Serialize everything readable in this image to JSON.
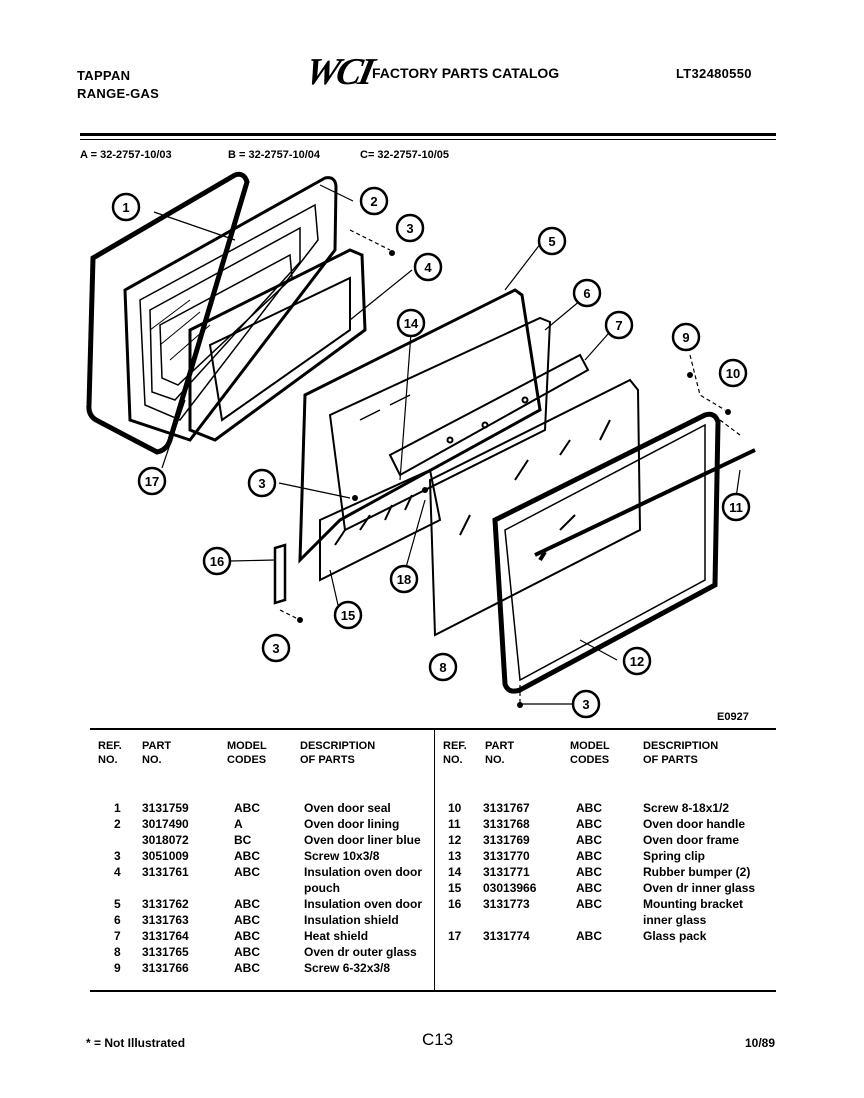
{
  "header": {
    "brand": "TAPPAN",
    "product": "RANGE-GAS",
    "logo": "WCI",
    "catalog_title": "FACTORY PARTS CATALOG",
    "model_number": "LT32480550"
  },
  "model_codes": {
    "a": "A = 32-2757-10/03",
    "b": "B = 32-2757-10/04",
    "c": "C= 32-2757-10/05"
  },
  "diagram": {
    "figure_code": "E0927",
    "callouts": [
      "1",
      "2",
      "3",
      "4",
      "5",
      "6",
      "7",
      "9",
      "10",
      "11",
      "12",
      "3",
      "8",
      "15",
      "3",
      "16",
      "18",
      "3",
      "17",
      "14"
    ]
  },
  "table": {
    "headers": {
      "ref": [
        "REF.",
        "NO."
      ],
      "part": [
        "PART",
        "NO."
      ],
      "model": [
        "MODEL",
        "CODES"
      ],
      "desc": [
        "DESCRIPTION",
        "OF PARTS"
      ]
    },
    "left_rows": [
      {
        "ref": "1",
        "part": "3131759",
        "codes": "ABC",
        "desc": "Oven door seal"
      },
      {
        "ref": "2",
        "part": "3017490",
        "codes": "A",
        "desc": "Oven door lining"
      },
      {
        "ref": "",
        "part": "3018072",
        "codes": "BC",
        "desc": "Oven door liner blue"
      },
      {
        "ref": "3",
        "part": "3051009",
        "codes": "ABC",
        "desc": "Screw 10x3/8"
      },
      {
        "ref": "4",
        "part": "3131761",
        "codes": "ABC",
        "desc": "Insulation oven door"
      },
      {
        "ref": "",
        "part": "",
        "codes": "",
        "desc": "pouch"
      },
      {
        "ref": "5",
        "part": "3131762",
        "codes": "ABC",
        "desc": "Insulation oven door"
      },
      {
        "ref": "6",
        "part": "3131763",
        "codes": "ABC",
        "desc": "Insulation shield"
      },
      {
        "ref": "7",
        "part": "3131764",
        "codes": "ABC",
        "desc": "Heat shield"
      },
      {
        "ref": "8",
        "part": "3131765",
        "codes": "ABC",
        "desc": "Oven dr outer glass"
      },
      {
        "ref": "9",
        "part": "3131766",
        "codes": "ABC",
        "desc": "Screw 6-32x3/8"
      }
    ],
    "right_rows": [
      {
        "ref": "10",
        "part": "3131767",
        "codes": "ABC",
        "desc": "Screw 8-18x1/2"
      },
      {
        "ref": "11",
        "part": "3131768",
        "codes": "ABC",
        "desc": "Oven door handle"
      },
      {
        "ref": "12",
        "part": "3131769",
        "codes": "ABC",
        "desc": "Oven door frame"
      },
      {
        "ref": "13",
        "part": "3131770",
        "codes": "ABC",
        "desc": "Spring clip"
      },
      {
        "ref": "14",
        "part": "3131771",
        "codes": "ABC",
        "desc": "Rubber bumper (2)"
      },
      {
        "ref": "15",
        "part": "03013966",
        "codes": "ABC",
        "desc": "Oven dr inner glass"
      },
      {
        "ref": "16",
        "part": "3131773",
        "codes": "ABC",
        "desc": "Mounting bracket"
      },
      {
        "ref": "",
        "part": "",
        "codes": "",
        "desc": "inner glass"
      },
      {
        "ref": "17",
        "part": "3131774",
        "codes": "ABC",
        "desc": "Glass pack"
      }
    ]
  },
  "footer": {
    "note": "* = Not Illustrated",
    "page_code": "C13",
    "date": "10/89"
  }
}
